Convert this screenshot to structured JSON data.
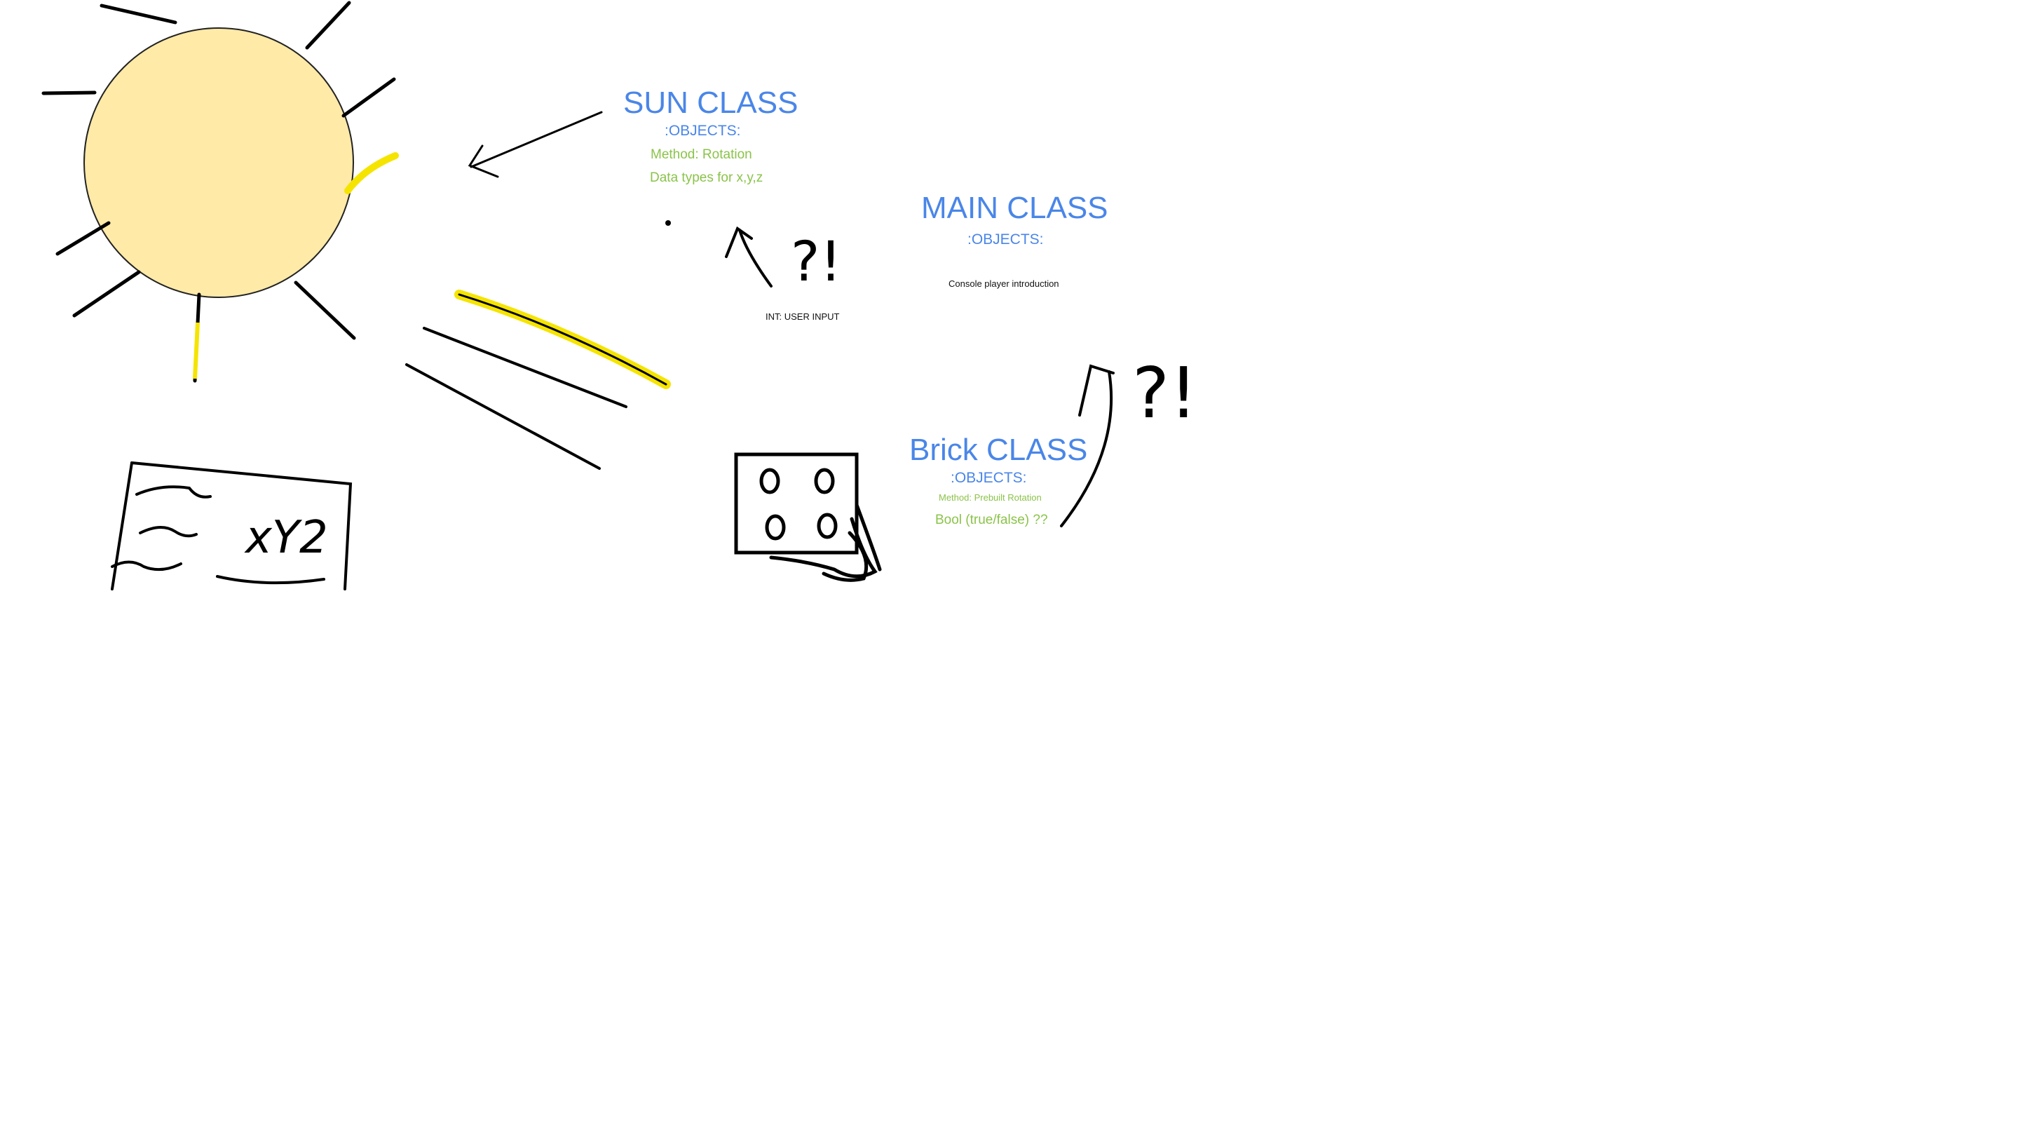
{
  "sun_class": {
    "title": "SUN CLASS",
    "objects": ":OBJECTS:",
    "method": "Method: Rotation",
    "data_types": "Data types for x,y,z"
  },
  "main_class": {
    "title": "MAIN CLASS",
    "objects": ":OBJECTS:",
    "note": "Console player introduction"
  },
  "int_note": "INT: USER INPUT",
  "brick_class": {
    "title": "Brick CLASS",
    "objects": ":OBJECTS:",
    "method": "Method: Prebuilt Rotation",
    "bool": "Bool (true/false) ??"
  },
  "annotations": {
    "question_1": "?!",
    "question_2": "?!",
    "card_label": "xY2"
  },
  "colors": {
    "title_blue": "#4a86e8",
    "note_green": "#8bc34a",
    "sun_fill": "#ffeaa8",
    "highlight_yellow": "#f5e400",
    "ink": "#000000"
  }
}
